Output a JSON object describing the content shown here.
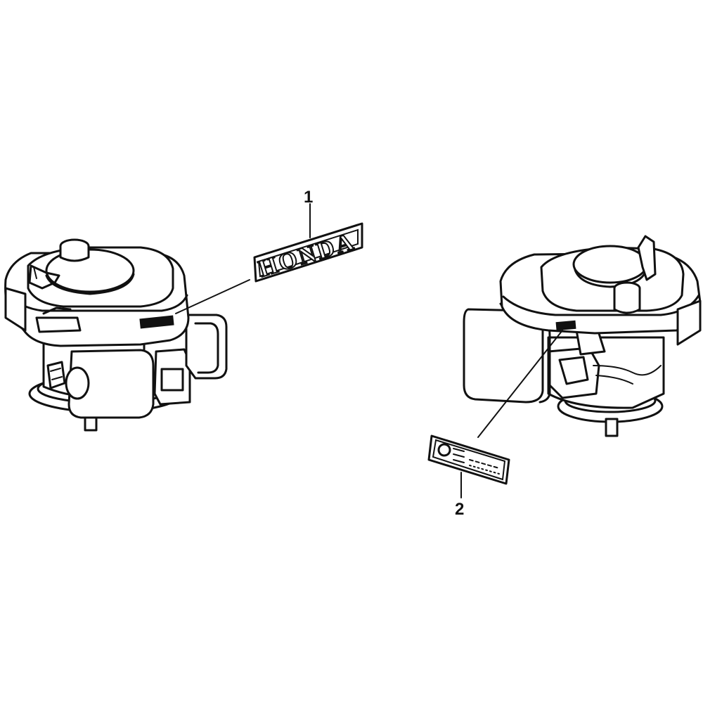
{
  "callouts": [
    {
      "number": "1"
    },
    {
      "number": "2"
    }
  ],
  "emblem": {
    "text": "HONDA"
  },
  "colors": {
    "ink": "#111111",
    "paper": "#ffffff"
  }
}
